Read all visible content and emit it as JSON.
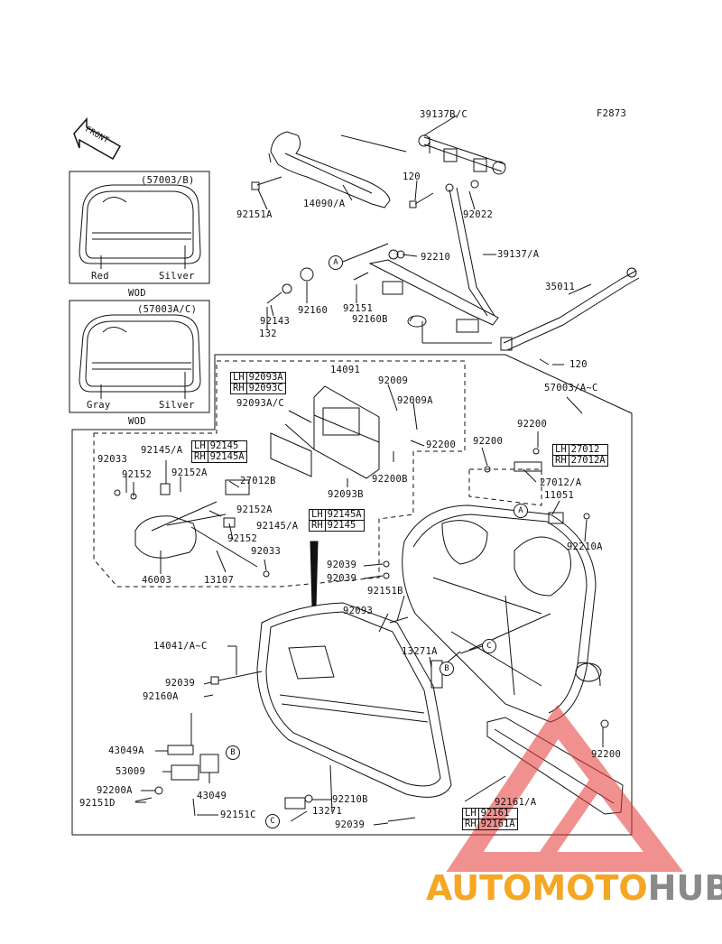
{
  "figure_code": "F2873",
  "front_label": "FRONT",
  "labels": {
    "l39137bc": "39137B/C",
    "l92151a": "92151A",
    "l14090a": "14090/A",
    "l120a": "120",
    "l92022": "92022",
    "l57003b": "(57003/B)",
    "red": "Red",
    "silver1": "Silver",
    "wod1": "WOD",
    "l57003ac": "(57003A/C)",
    "gray": "Gray",
    "silver2": "Silver",
    "wod2": "WOD",
    "l92210": "92210",
    "l39137a": "39137/A",
    "l35011": "35011",
    "l92143": "92143",
    "l92160": "92160",
    "l92151": "92151",
    "l92160b": "92160B",
    "l132": "132",
    "l120b": "120",
    "l14091": "14091",
    "l92009": "92009",
    "l92009a": "92009A",
    "l57003ac2": "57003/A~C",
    "l92093ac": "92093A/C",
    "l92200a": "92200",
    "l92200b": "92200",
    "l92200c": "92200",
    "l92200B": "92200B",
    "l92093b": "92093B",
    "l92033a": "92033",
    "l92145a": "92145/A",
    "l92152a": "92152",
    "l92152A": "92152A",
    "l27012b": "27012B",
    "l27012a": "27012/A",
    "l11051": "11051",
    "l92152A2": "92152A",
    "l92145a2": "92145/A",
    "l92152b": "92152",
    "l92033b": "92033",
    "l92210a": "92210A",
    "l92039a": "92039",
    "l92039b": "92039",
    "l46003": "46003",
    "l13107": "13107",
    "l92151b": "92151B",
    "l92093": "92093",
    "l14041": "14041/A~C",
    "l13271a": "13271A",
    "l92039c": "92039",
    "l92160a": "92160A",
    "l92200d": "92200",
    "l43049a": "43049A",
    "l53009": "53009",
    "l92200A": "92200A",
    "l43049": "43049",
    "l92151d": "92151D",
    "l92210b": "92210B",
    "l92151c": "92151C",
    "l13271": "13271",
    "l92039d": "92039",
    "l92161a": "92161/A"
  },
  "tables": {
    "t1": [
      [
        "LH",
        "92093A"
      ],
      [
        "RH",
        "92093C"
      ]
    ],
    "t2": [
      [
        "LH",
        "92145"
      ],
      [
        "RH",
        "92145A"
      ]
    ],
    "t3": [
      [
        "LH",
        "92145A"
      ],
      [
        "RH",
        "92145"
      ]
    ],
    "t4": [
      [
        "LH",
        "27012"
      ],
      [
        "RH",
        "27012A"
      ]
    ],
    "t5": [
      [
        "LH",
        "92161"
      ],
      [
        "RH",
        "92161A"
      ]
    ]
  },
  "callouts": {
    "a": "A",
    "b": "B",
    "c": "C"
  },
  "watermark": {
    "part1": "AUTOMOTO",
    "part2": "HUB",
    "color1": "#f5a623",
    "color2": "#8a8a8a",
    "logo_color": "#e53935"
  }
}
